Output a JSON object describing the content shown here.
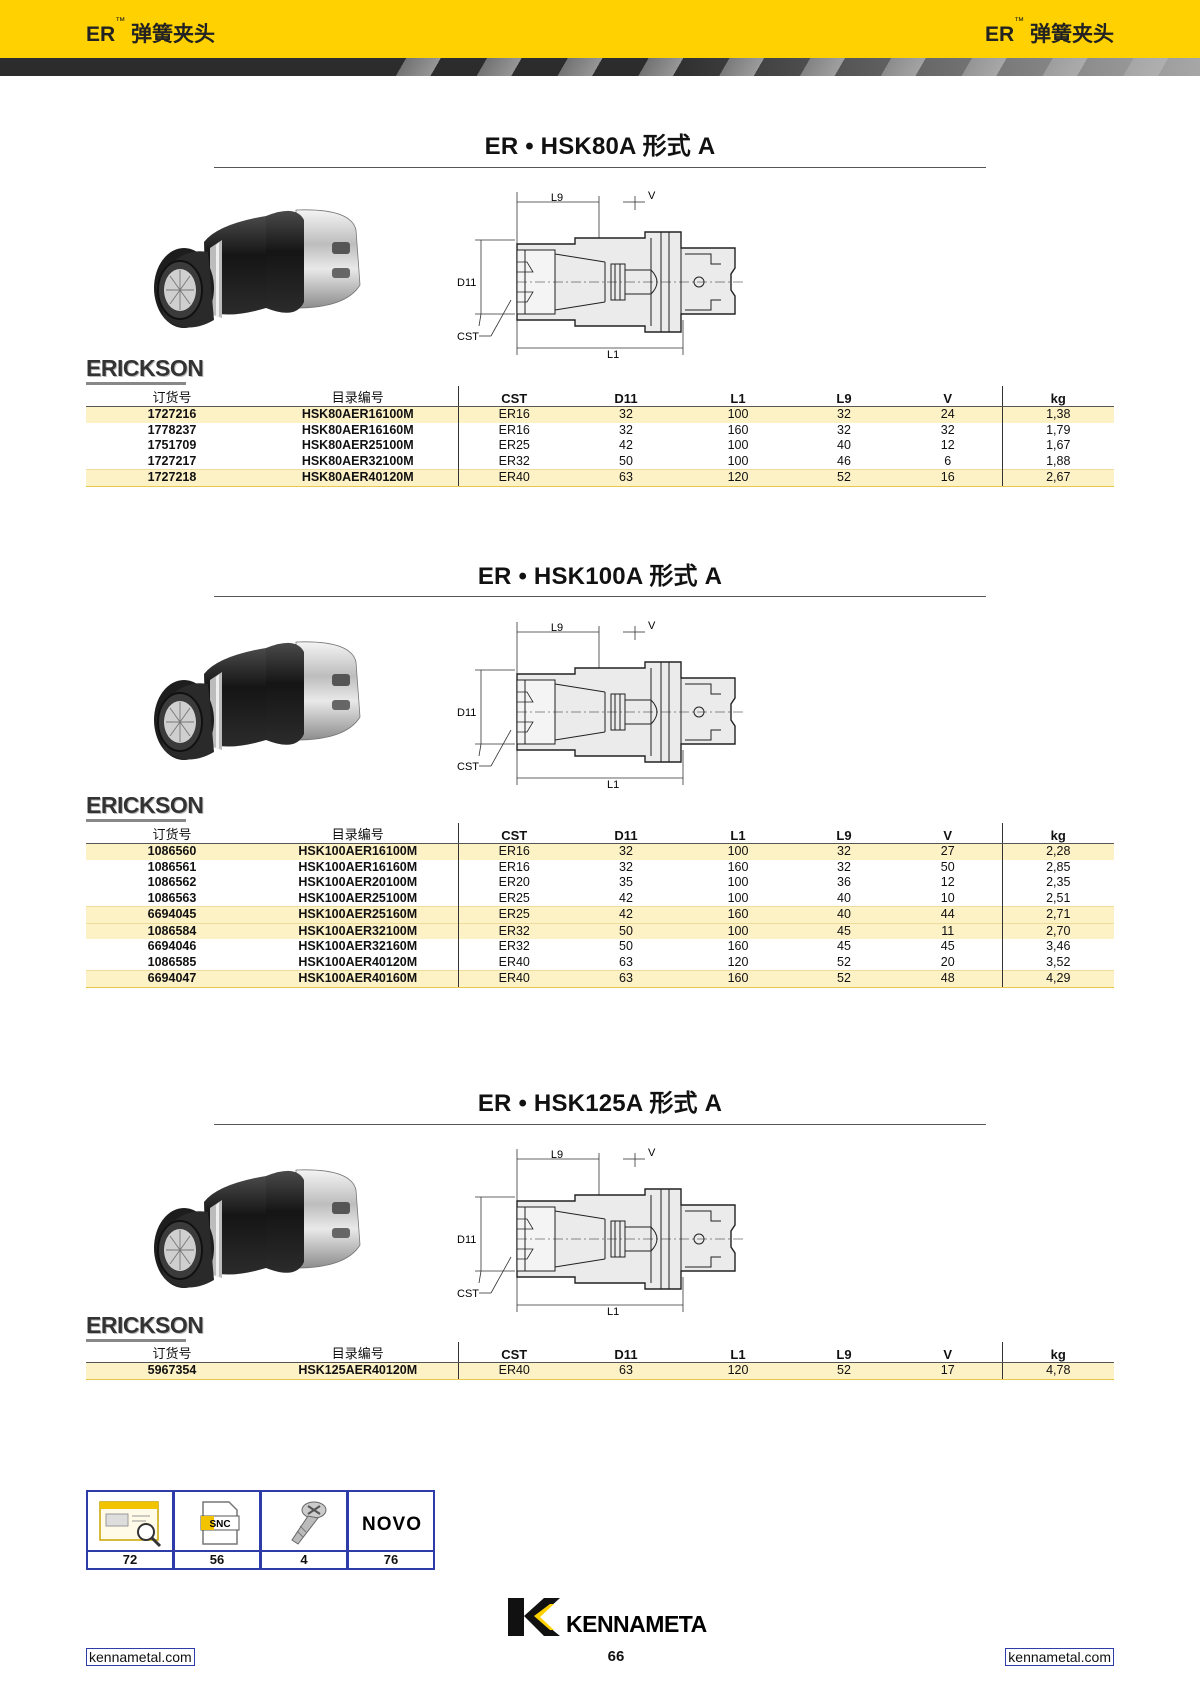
{
  "header": {
    "title_left": "ER",
    "tm_left": "™",
    "subtitle_left": " 弹簧夹头",
    "title_right": "ER",
    "tm_right": "™",
    "subtitle_right": " 弹簧夹头"
  },
  "brand": "ERICKSON",
  "drawing_labels": {
    "l9": "L9",
    "v": "V",
    "d11": "D11",
    "cst": "CST",
    "l1": "L1"
  },
  "columns": [
    "订货号",
    "目录编号",
    "CST",
    "D11",
    "L1",
    "L9",
    "V",
    "kg"
  ],
  "sections": [
    {
      "title": "ER • HSK80A 形式 A",
      "rows": [
        [
          "1727216",
          "HSK80AER16100M",
          "ER16",
          "32",
          "100",
          "32",
          "24",
          "1,38"
        ],
        [
          "1778237",
          "HSK80AER16160M",
          "ER16",
          "32",
          "160",
          "32",
          "32",
          "1,79"
        ],
        [
          "1751709",
          "HSK80AER25100M",
          "ER25",
          "42",
          "100",
          "40",
          "12",
          "1,67"
        ],
        [
          "1727217",
          "HSK80AER32100M",
          "ER32",
          "50",
          "100",
          "46",
          "6",
          "1,88"
        ],
        [
          "1727218",
          "HSK80AER40120M",
          "ER40",
          "63",
          "120",
          "52",
          "16",
          "2,67"
        ]
      ]
    },
    {
      "title": "ER • HSK100A 形式 A",
      "rows": [
        [
          "1086560",
          "HSK100AER16100M",
          "ER16",
          "32",
          "100",
          "32",
          "27",
          "2,28"
        ],
        [
          "1086561",
          "HSK100AER16160M",
          "ER16",
          "32",
          "160",
          "32",
          "50",
          "2,85"
        ],
        [
          "1086562",
          "HSK100AER20100M",
          "ER20",
          "35",
          "100",
          "36",
          "12",
          "2,35"
        ],
        [
          "1086563",
          "HSK100AER25100M",
          "ER25",
          "42",
          "100",
          "40",
          "10",
          "2,51"
        ],
        [
          "6694045",
          "HSK100AER25160M",
          "ER25",
          "42",
          "160",
          "40",
          "44",
          "2,71"
        ],
        [
          "1086584",
          "HSK100AER32100M",
          "ER32",
          "50",
          "100",
          "45",
          "11",
          "2,70"
        ],
        [
          "6694046",
          "HSK100AER32160M",
          "ER32",
          "50",
          "160",
          "45",
          "45",
          "3,46"
        ],
        [
          "1086585",
          "HSK100AER40120M",
          "ER40",
          "63",
          "120",
          "52",
          "20",
          "3,52"
        ],
        [
          "6694047",
          "HSK100AER40160M",
          "ER40",
          "63",
          "160",
          "52",
          "48",
          "4,29"
        ]
      ]
    },
    {
      "title": "ER • HSK125A 形式 A",
      "rows": [
        [
          "5967354",
          "HSK125AER40120M",
          "ER40",
          "63",
          "120",
          "52",
          "17",
          "4,78"
        ]
      ]
    }
  ],
  "icons": [
    {
      "name": "catalog-icon",
      "number": "72"
    },
    {
      "name": "snc-icon",
      "number": "56",
      "text": "SNC"
    },
    {
      "name": "screw-icon",
      "number": "4"
    },
    {
      "name": "novo-icon",
      "number": "76",
      "text": "NOVO"
    }
  ],
  "footer": {
    "link_left": "kennametal.com",
    "link_right": "kennametal.com",
    "page": "66",
    "logo_text": "KENNAMETAL"
  },
  "colors": {
    "header_yellow": "#ffd100",
    "row_highlight": "#fdf1c6",
    "icon_border": "#2d3ca8"
  }
}
